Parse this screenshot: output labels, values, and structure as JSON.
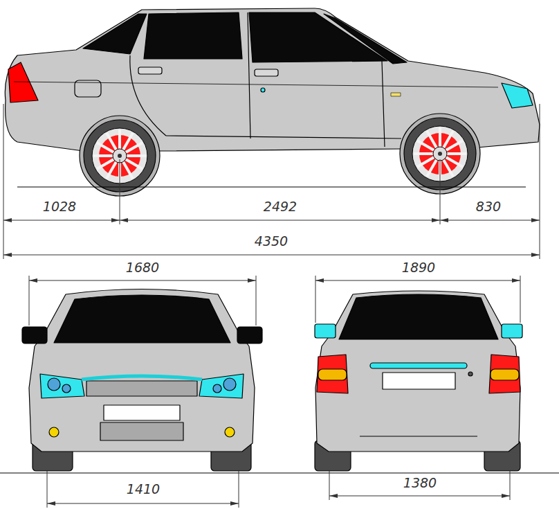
{
  "diagram": {
    "labels": [
      "1028",
      "2492",
      "830",
      "4350",
      "1680",
      "1890",
      "1410",
      "1380"
    ]
  }
}
